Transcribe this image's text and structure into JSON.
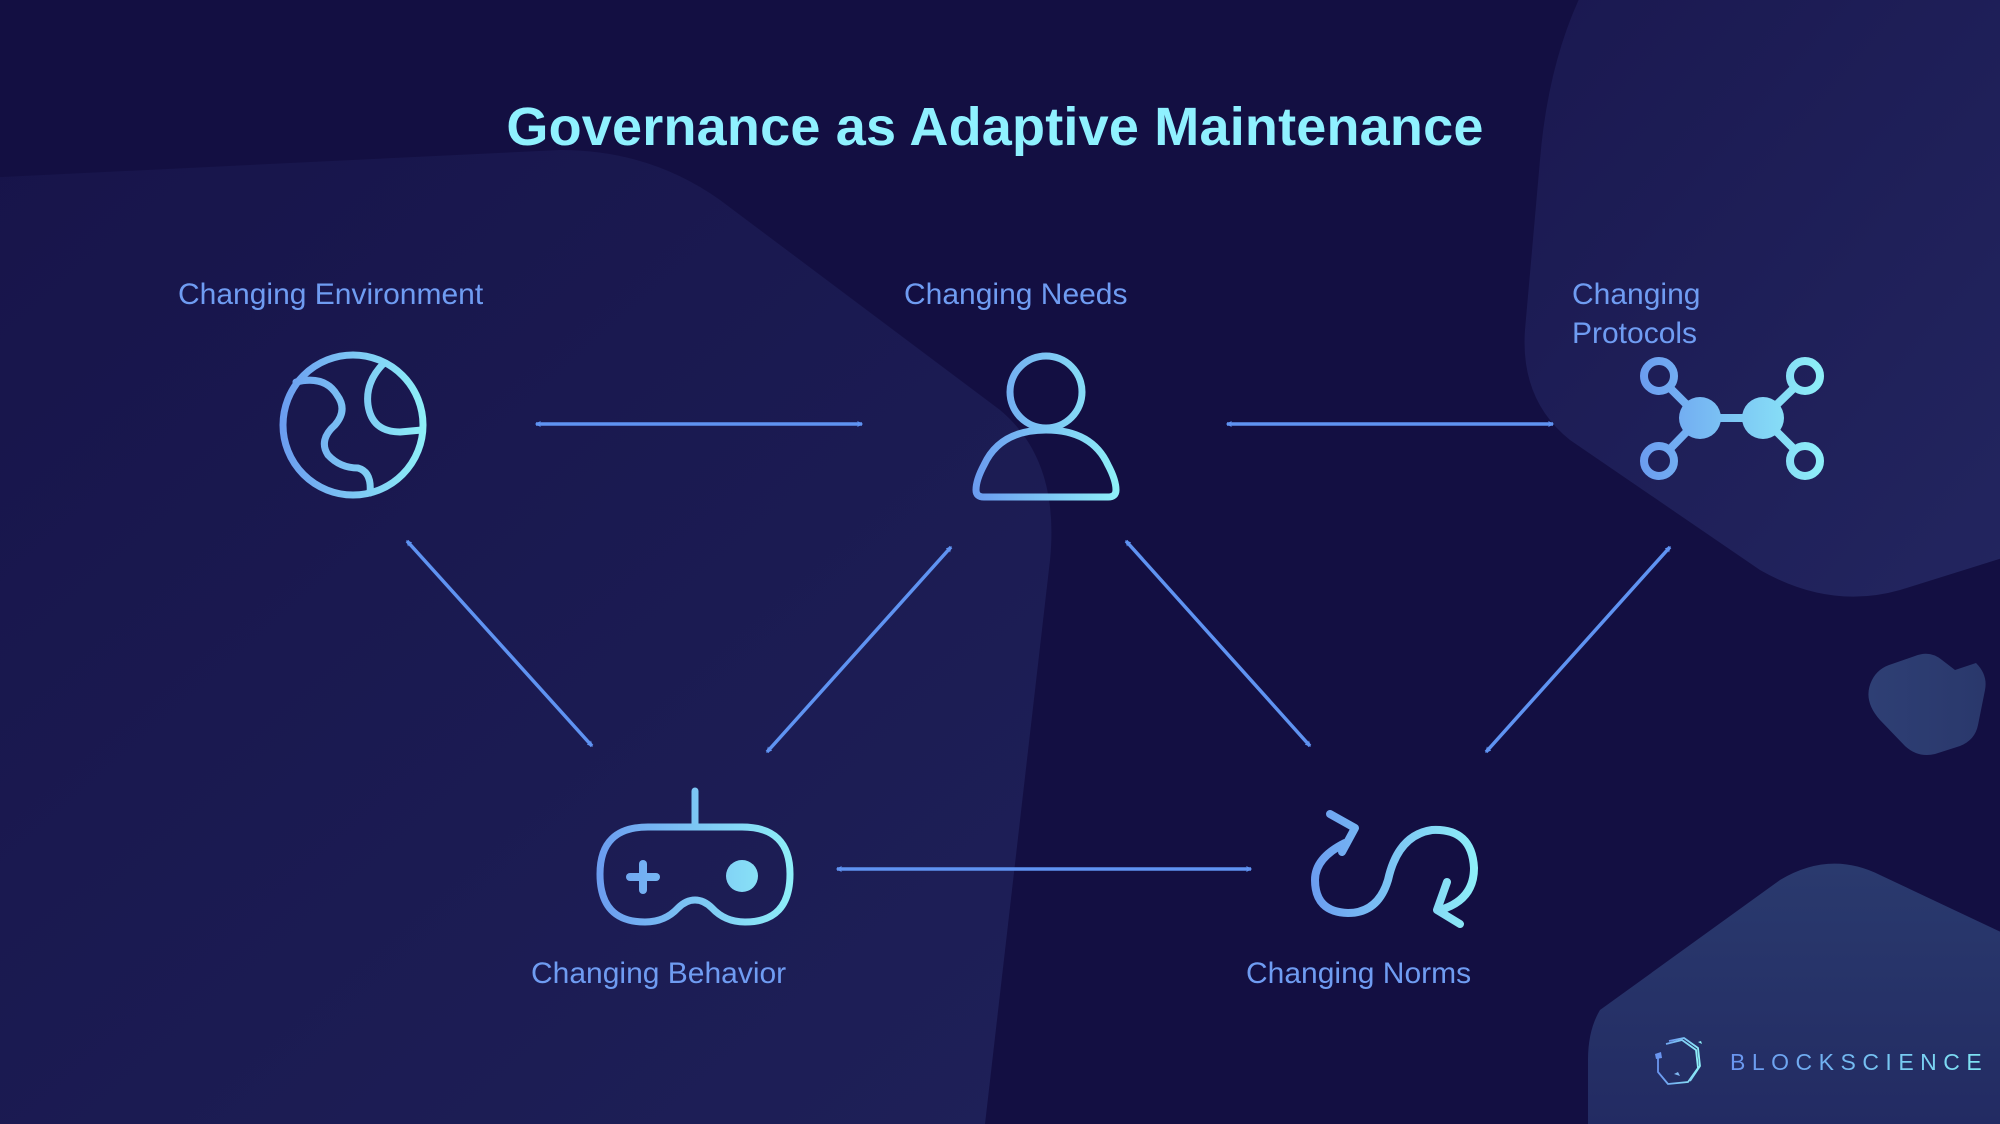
{
  "slide": {
    "title": "Governance as Adaptive Maintenance",
    "colors": {
      "background": "#130f42",
      "title": "#8ff1ff",
      "label": "#6f9cf2",
      "arrow": "#5f93f2",
      "icon_gradient_start": "#6b9cf0",
      "icon_gradient_end": "#8ef0f8",
      "bg_shape": "#1d1f55"
    }
  },
  "nodes": [
    {
      "id": "environment",
      "label": "Changing Environment",
      "icon": "globe-icon"
    },
    {
      "id": "needs",
      "label": "Changing Needs",
      "icon": "person-icon"
    },
    {
      "id": "protocols",
      "label_line1": "Changing",
      "label_line2": "Protocols",
      "icon": "network-nodes-icon"
    },
    {
      "id": "behavior",
      "label": "Changing Behavior",
      "icon": "gamepad-icon"
    },
    {
      "id": "norms",
      "label": "Changing Norms",
      "icon": "cycle-arrows-icon"
    }
  ],
  "edges": [
    {
      "from": "environment",
      "to": "needs",
      "type": "bidirectional"
    },
    {
      "from": "needs",
      "to": "protocols",
      "type": "bidirectional"
    },
    {
      "from": "environment",
      "to": "behavior",
      "type": "bidirectional"
    },
    {
      "from": "needs",
      "to": "behavior",
      "type": "bidirectional"
    },
    {
      "from": "needs",
      "to": "norms",
      "type": "bidirectional"
    },
    {
      "from": "protocols",
      "to": "norms",
      "type": "bidirectional"
    },
    {
      "from": "behavior",
      "to": "norms",
      "type": "bidirectional"
    }
  ],
  "branding": {
    "logo_text": "BLOCKSCIENCE",
    "logo_icon": "heptagon-logo-icon"
  }
}
